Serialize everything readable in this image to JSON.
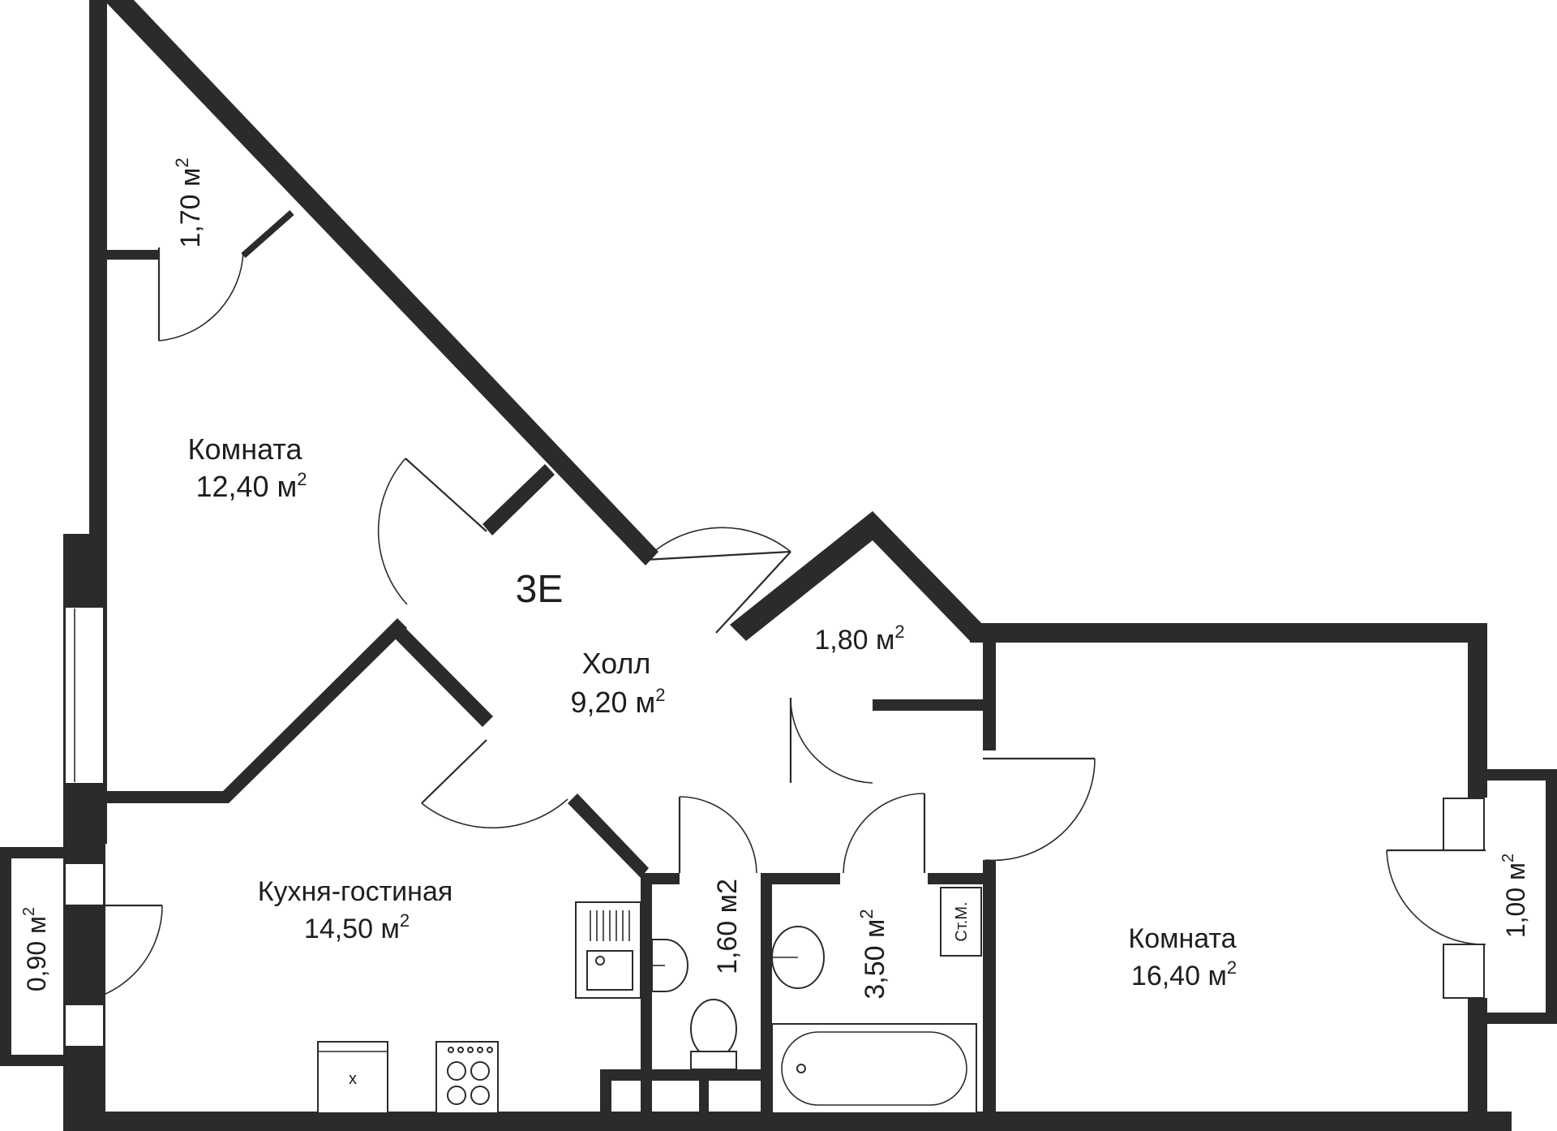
{
  "plan": {
    "apartment_code": "3E",
    "area_unit_superscript": "2",
    "rooms": [
      {
        "id": "storage_top",
        "area": "1,70 м",
        "sup": "2"
      },
      {
        "id": "room_left",
        "name": "Комната",
        "area": "12,40 м",
        "sup": "2"
      },
      {
        "id": "hall",
        "name": "Холл",
        "area": "9,20 м",
        "sup": "2"
      },
      {
        "id": "storage_mid",
        "area": "1,80 м",
        "sup": "2"
      },
      {
        "id": "kitchen",
        "name": "Кухня-гостиная",
        "area": "14,50 м",
        "sup": "2"
      },
      {
        "id": "toilet",
        "area": "1,60 м2"
      },
      {
        "id": "bathroom",
        "area": "3,50 м",
        "sup": "2"
      },
      {
        "id": "room_right",
        "name": "Комната",
        "area": "16,40 м",
        "sup": "2"
      },
      {
        "id": "balcony_left",
        "area": "0,90 м",
        "sup": "2"
      },
      {
        "id": "balcony_right",
        "area": "1,00 м",
        "sup": "2"
      }
    ],
    "fixtures": {
      "washer_mark": "x",
      "riser_label": "Ст.М."
    },
    "colors": {
      "wall": "#2b2b2b",
      "background": "#ffffff"
    }
  }
}
